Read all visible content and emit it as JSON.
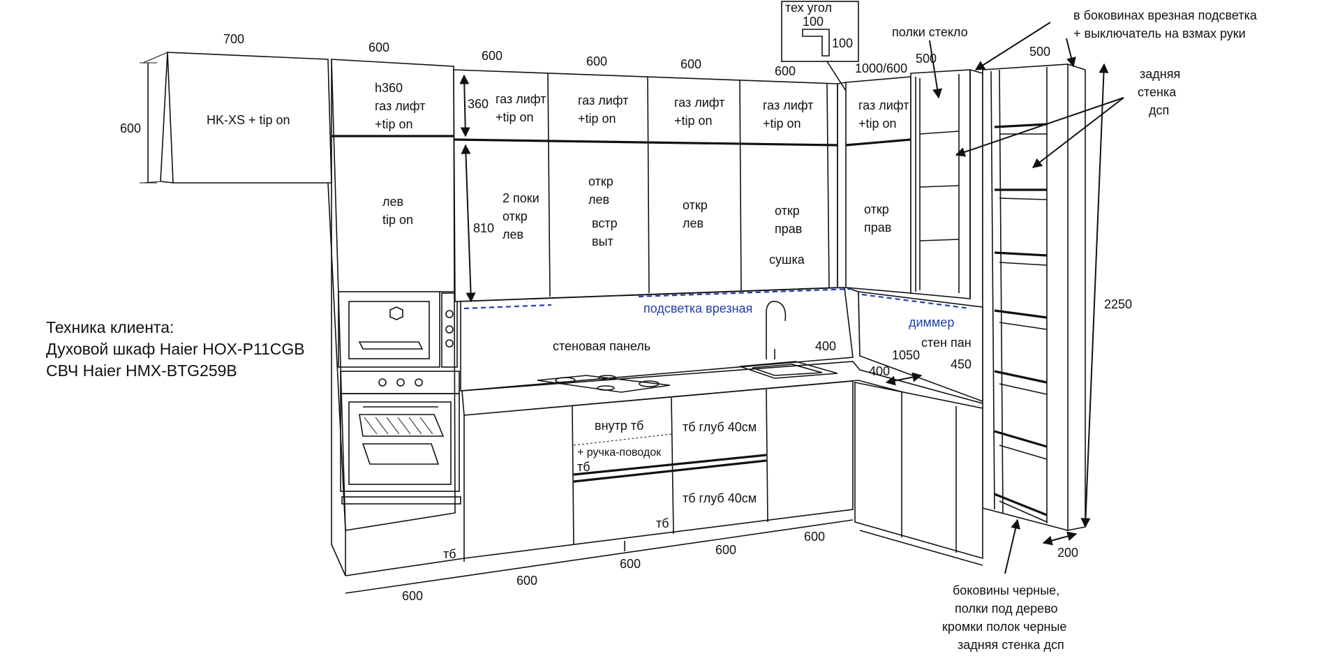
{
  "dimensions": {
    "d700": "700",
    "d600_upper1": "600",
    "d600_upper2": "600",
    "d600_upper3": "600",
    "d600_upper4": "600",
    "d600_upper5": "600",
    "d1000_600": "1000/600",
    "d500_a": "500",
    "d500_b": "500",
    "d600_left": "600",
    "d360": "360",
    "d810": "810",
    "d2250": "2250",
    "d400_a": "400",
    "d1050": "1050",
    "d400_b": "400",
    "d450": "450",
    "d200": "200",
    "d600_b1": "600",
    "d600_b2": "600",
    "d600_b3": "600",
    "d600_b4": "600",
    "d600_b5": "600"
  },
  "corner": {
    "title": "тех угол",
    "w": "100",
    "h": "100"
  },
  "labels": {
    "hood_unit": "HK-XS + tip on",
    "upper_h360": "h360",
    "upper_gas1": "газ лифт",
    "upper_tip1": "+tip on",
    "upper_gas2": "газ лифт",
    "upper_tip2": "+tip on",
    "upper_gas3": "газ лифт",
    "upper_tip3": "+tip on",
    "upper_gas4": "газ лифт",
    "upper_tip4": "+tip on",
    "upper_gas5": "газ лифт",
    "upper_tip5": "+tip on",
    "upper_gas6": "газ лифт",
    "upper_tip6": "+tip on",
    "col_lev": "лев",
    "col_tipon": "tip on",
    "p2_a": "2 поки",
    "p2_b": "откр",
    "p2_c": "лев",
    "p3_a": "откр",
    "p3_b": "лев",
    "p3_c": "встр",
    "p3_d": "выт",
    "p4_a": "откр",
    "p4_b": "лев",
    "p5_a": "откр",
    "p5_b": "прав",
    "p5_c": "сушка",
    "p6_a": "откр",
    "p6_b": "прав",
    "glass_shelves": "полки стекло",
    "side_light_1": "в боковинах врезная подсветка",
    "side_light_2": "+ выключатель на взмах руки",
    "back_1": "задняя",
    "back_2": "стенка",
    "back_3": "дсп",
    "wall_panel": "стеновая панель",
    "light_inset": "подсветка врезная",
    "dimmer": "диммер",
    "wall_pan_short": "стен пан",
    "inner_tb": "внутр тб",
    "handle": "+ ручка-поводок",
    "tb_a": "тб",
    "tb_deep1": "тб глуб 40см",
    "tb_deep2": "тб глуб 40см",
    "tb_b": "тб",
    "tb_c": "тб",
    "bottom_note_1": "боковины черные,",
    "bottom_note_2": "полки под дерево",
    "bottom_note_3": "кромки полок черные",
    "bottom_note_4": "задняя стенка дсп"
  },
  "client_equipment": {
    "heading": "Техника клиента:",
    "oven": "Духовой шкаф Haier HOX-P11CGB",
    "microwave": "СВЧ Haier HMX-BTG259B"
  },
  "colors": {
    "line": "#111111",
    "accent_blue": "#1f3fa8",
    "background": "#ffffff"
  }
}
